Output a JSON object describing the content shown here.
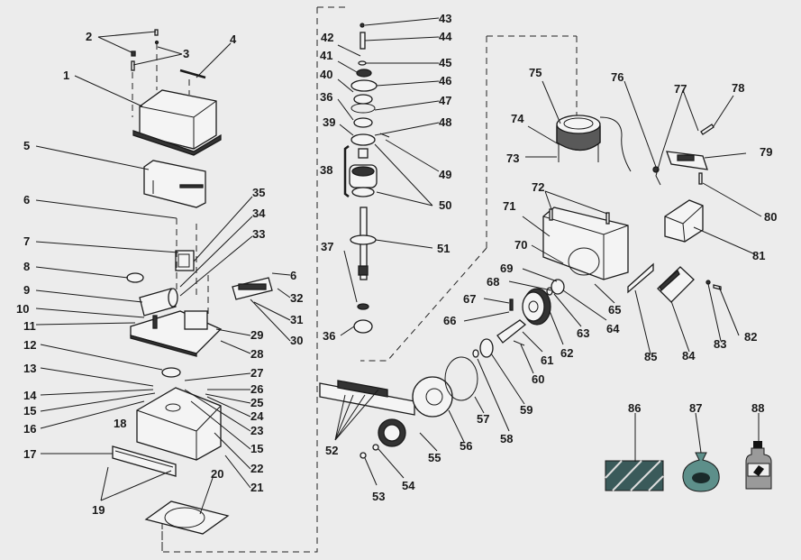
{
  "diagram": {
    "title": "Exploded parts diagram — sliding gate operator",
    "callouts": [
      {
        "id": "1",
        "label": "1"
      },
      {
        "id": "2",
        "label": "2"
      },
      {
        "id": "3",
        "label": "3"
      },
      {
        "id": "4",
        "label": "4"
      },
      {
        "id": "5",
        "label": "5"
      },
      {
        "id": "6a",
        "label": "6"
      },
      {
        "id": "6b",
        "label": "6"
      },
      {
        "id": "7",
        "label": "7"
      },
      {
        "id": "8",
        "label": "8"
      },
      {
        "id": "9",
        "label": "9"
      },
      {
        "id": "10",
        "label": "10"
      },
      {
        "id": "11",
        "label": "11"
      },
      {
        "id": "12",
        "label": "12"
      },
      {
        "id": "13",
        "label": "13"
      },
      {
        "id": "14",
        "label": "14"
      },
      {
        "id": "15a",
        "label": "15"
      },
      {
        "id": "15b",
        "label": "15"
      },
      {
        "id": "16",
        "label": "16"
      },
      {
        "id": "17",
        "label": "17"
      },
      {
        "id": "18",
        "label": "18"
      },
      {
        "id": "19",
        "label": "19"
      },
      {
        "id": "20",
        "label": "20"
      },
      {
        "id": "21",
        "label": "21"
      },
      {
        "id": "22",
        "label": "22"
      },
      {
        "id": "23",
        "label": "23"
      },
      {
        "id": "24",
        "label": "24"
      },
      {
        "id": "25",
        "label": "25"
      },
      {
        "id": "26",
        "label": "26"
      },
      {
        "id": "27",
        "label": "27"
      },
      {
        "id": "28",
        "label": "28"
      },
      {
        "id": "29",
        "label": "29"
      },
      {
        "id": "30",
        "label": "30"
      },
      {
        "id": "31",
        "label": "31"
      },
      {
        "id": "32",
        "label": "32"
      },
      {
        "id": "33",
        "label": "33"
      },
      {
        "id": "34",
        "label": "34"
      },
      {
        "id": "35",
        "label": "35"
      },
      {
        "id": "36a",
        "label": "36"
      },
      {
        "id": "36b",
        "label": "36"
      },
      {
        "id": "37",
        "label": "37"
      },
      {
        "id": "38",
        "label": "38"
      },
      {
        "id": "39",
        "label": "39"
      },
      {
        "id": "40",
        "label": "40"
      },
      {
        "id": "41",
        "label": "41"
      },
      {
        "id": "42",
        "label": "42"
      },
      {
        "id": "43",
        "label": "43"
      },
      {
        "id": "44",
        "label": "44"
      },
      {
        "id": "45",
        "label": "45"
      },
      {
        "id": "46",
        "label": "46"
      },
      {
        "id": "47",
        "label": "47"
      },
      {
        "id": "48",
        "label": "48"
      },
      {
        "id": "49",
        "label": "49"
      },
      {
        "id": "50",
        "label": "50"
      },
      {
        "id": "51",
        "label": "51"
      },
      {
        "id": "52",
        "label": "52"
      },
      {
        "id": "53",
        "label": "53"
      },
      {
        "id": "54",
        "label": "54"
      },
      {
        "id": "55",
        "label": "55"
      },
      {
        "id": "56",
        "label": "56"
      },
      {
        "id": "57",
        "label": "57"
      },
      {
        "id": "58",
        "label": "58"
      },
      {
        "id": "59",
        "label": "59"
      },
      {
        "id": "60",
        "label": "60"
      },
      {
        "id": "61",
        "label": "61"
      },
      {
        "id": "62",
        "label": "62"
      },
      {
        "id": "63",
        "label": "63"
      },
      {
        "id": "64",
        "label": "64"
      },
      {
        "id": "65",
        "label": "65"
      },
      {
        "id": "66",
        "label": "66"
      },
      {
        "id": "67",
        "label": "67"
      },
      {
        "id": "68",
        "label": "68"
      },
      {
        "id": "69",
        "label": "69"
      },
      {
        "id": "70",
        "label": "70"
      },
      {
        "id": "71",
        "label": "71"
      },
      {
        "id": "72",
        "label": "72"
      },
      {
        "id": "73",
        "label": "73"
      },
      {
        "id": "74",
        "label": "74"
      },
      {
        "id": "75",
        "label": "75"
      },
      {
        "id": "76",
        "label": "76"
      },
      {
        "id": "77",
        "label": "77"
      },
      {
        "id": "78",
        "label": "78"
      },
      {
        "id": "79",
        "label": "79"
      },
      {
        "id": "80",
        "label": "80"
      },
      {
        "id": "81",
        "label": "81"
      },
      {
        "id": "82",
        "label": "82"
      },
      {
        "id": "83",
        "label": "83"
      },
      {
        "id": "84",
        "label": "84"
      },
      {
        "id": "85",
        "label": "85"
      },
      {
        "id": "86",
        "label": "86"
      },
      {
        "id": "87",
        "label": "87"
      },
      {
        "id": "88",
        "label": "88"
      }
    ],
    "accessories": [
      {
        "number": "86",
        "icon": "hatched-plate-icon",
        "color": "#3a5a5a"
      },
      {
        "number": "87",
        "icon": "grease-bag-icon",
        "color": "#5d8f8a"
      },
      {
        "number": "88",
        "icon": "oil-bottle-icon",
        "color": "#9a9a9a"
      }
    ]
  }
}
